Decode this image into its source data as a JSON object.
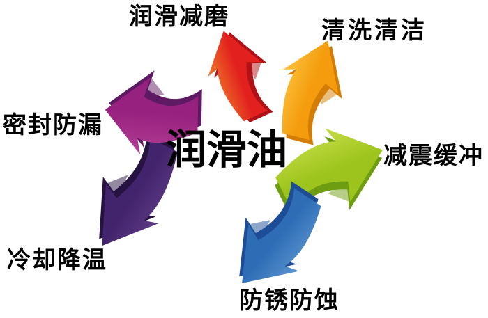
{
  "background": "#ffffff",
  "text_color": "#000000",
  "center": {
    "text": "润滑油"
  },
  "items": [
    {
      "id": "lubrication",
      "label": "润滑减磨",
      "colors": {
        "light": "#ef7a2a",
        "main": "#e2201e",
        "dark": "#b01218"
      }
    },
    {
      "id": "cleaning",
      "label": "清洗清洁",
      "colors": {
        "light": "#fcc33e",
        "main": "#f49c0d",
        "dark": "#d47d04"
      }
    },
    {
      "id": "damping",
      "label": "减震缓冲",
      "colors": {
        "light": "#c6dc45",
        "main": "#9cc41c",
        "dark": "#6e9d12"
      }
    },
    {
      "id": "antirust",
      "label": "防锈防蚀",
      "colors": {
        "light": "#5b94cf",
        "main": "#2e6db5",
        "dark": "#1d4d96"
      }
    },
    {
      "id": "cooling",
      "label": "冷却降温",
      "colors": {
        "light": "#5d3a85",
        "main": "#42246c",
        "dark": "#271342"
      }
    },
    {
      "id": "sealing",
      "label": "密封防漏",
      "colors": {
        "light": "#b23e95",
        "main": "#97217f",
        "dark": "#5e1b64"
      }
    }
  ]
}
